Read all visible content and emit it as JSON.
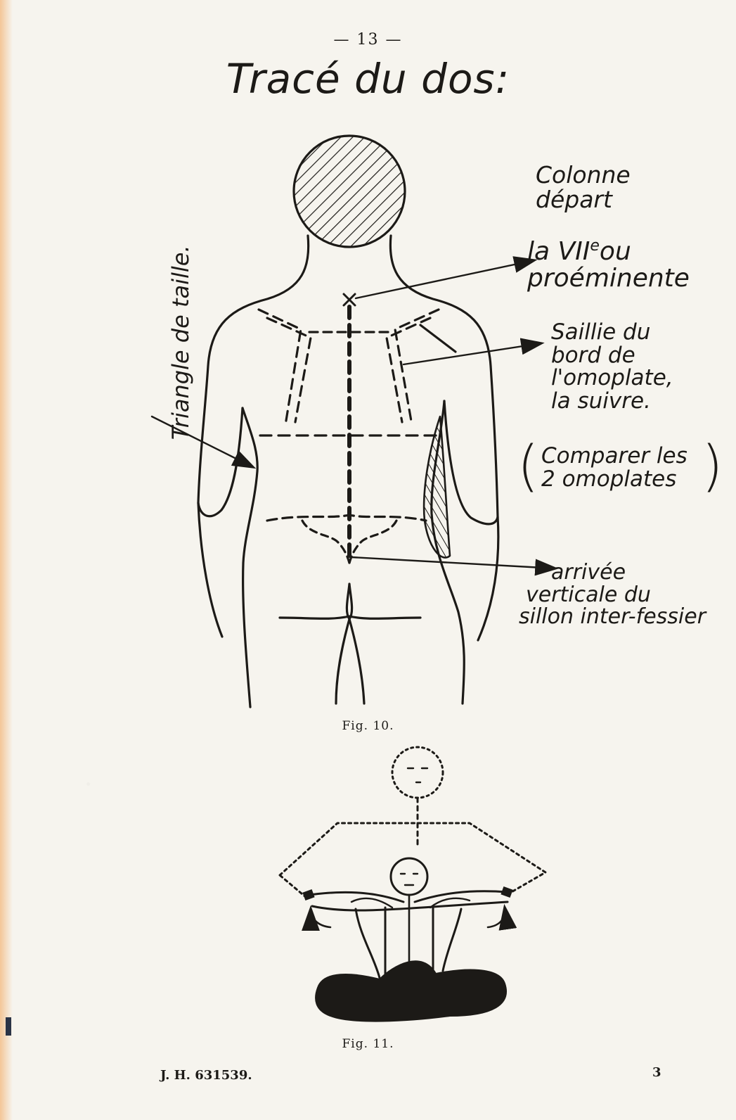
{
  "page": {
    "number": "— 13 —",
    "title": "Tracé du dos:",
    "footer_left": "J. H. 631539.",
    "footer_right": "3"
  },
  "figure10": {
    "caption": "Fig. 10.",
    "labels": {
      "colonne": [
        "Colonne",
        "départ"
      ],
      "vertebra": {
        "prefix": "la VII",
        "sup": "e",
        "suffix": "ou",
        "line2": "proéminente"
      },
      "saillie": [
        "Saillie du",
        "bord de",
        "l'omoplate,",
        "la suivre."
      ],
      "comparer": [
        "Comparer les",
        "2 omoplates"
      ],
      "arrivee": [
        "arrivée",
        "verticale du",
        "sillon inter-fessier"
      ],
      "triangle": "Triangle de taille."
    }
  },
  "figure11": {
    "caption": "Fig. 11."
  },
  "colors": {
    "ink": "#1c1a17",
    "paper": "#f6f4ee",
    "edge_tint": "#f2a050",
    "margin_mark": "#2a3346"
  }
}
